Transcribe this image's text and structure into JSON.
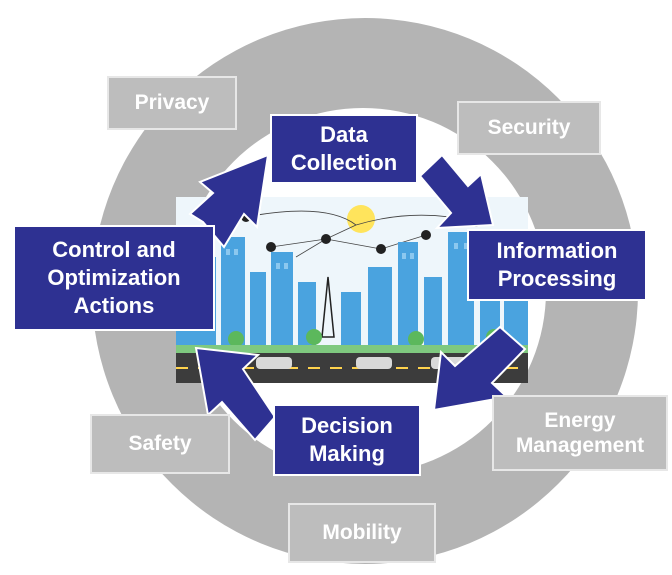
{
  "outer_labels": {
    "privacy": "Privacy",
    "security": "Security",
    "energy_management": "Energy\nManagement",
    "mobility": "Mobility",
    "safety": "Safety"
  },
  "cycle_steps": {
    "data_collection": "Data\nCollection",
    "information_processing": "Information\nProcessing",
    "decision_making": "Decision\nMaking",
    "control_actions": "Control and\nOptimization\nActions"
  },
  "colors": {
    "ring": "#b4b4b4",
    "step_box": "#2e3192",
    "outer_box": "#bdbdbd",
    "sky_building": "#4aa3df",
    "road": "#3c3c3c"
  }
}
